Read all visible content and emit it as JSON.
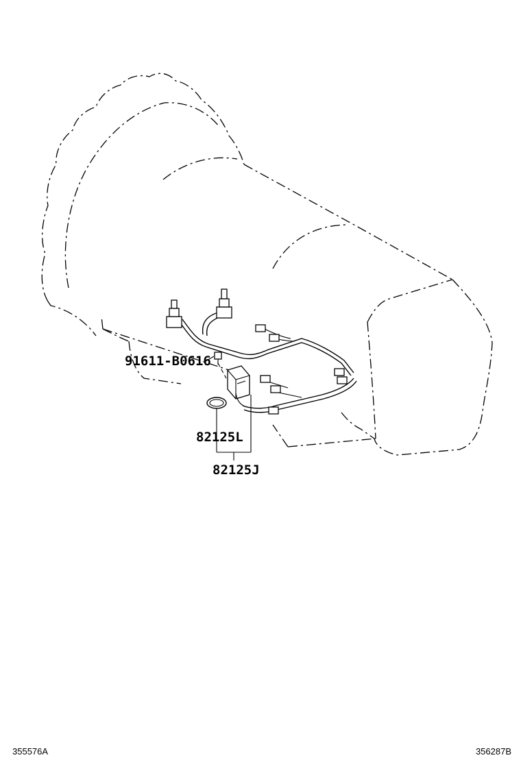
{
  "diagram": {
    "labels": {
      "bolt": "91611-B0616",
      "gasket": "82125L",
      "harness": "82125J"
    },
    "codes": {
      "left": "355576A",
      "right": "356287B"
    }
  }
}
